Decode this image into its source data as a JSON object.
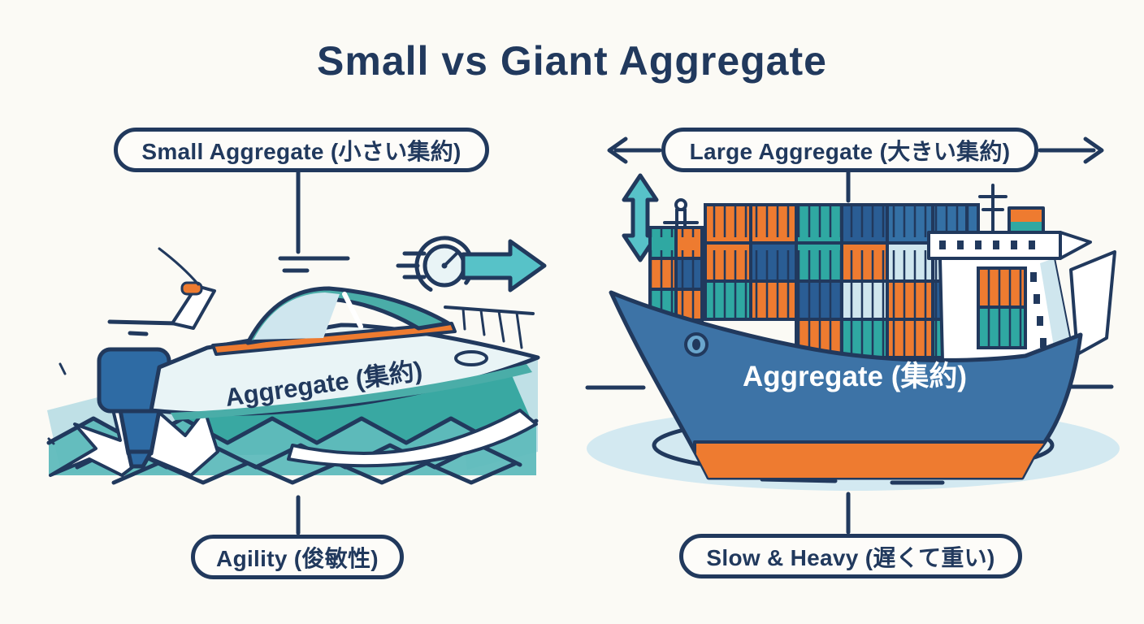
{
  "title": "Small vs Giant Aggregate",
  "left": {
    "top_label": "Small Aggregate (小さい集約)",
    "vehicle_label": "Aggregate (集約)",
    "bottom_label": "Agility (俊敏性)"
  },
  "right": {
    "top_label": "Large Aggregate (大きい集約)",
    "vehicle_label": "Aggregate (集約)",
    "bottom_label": "Slow & Heavy (遅くて重い)"
  },
  "icons": {
    "speed_icon": "speedometer-with-right-arrow",
    "size_icon": "vertical-double-arrow",
    "width_icon": "horizontal-double-arrows"
  },
  "colors": {
    "navy": "#21395d",
    "teal": "#2fa8a2",
    "light_teal": "#8fd0d5",
    "pale_teal": "#bfe0e6",
    "orange": "#ee7b30",
    "ship_blue": "#3d73a6",
    "container_blue": "#3470a5",
    "container_dark_blue": "#2a5d94",
    "container_light": "#cfe6ee",
    "hull_light": "#e9f4f6",
    "ripple_blue": "#d3e9f1",
    "background": "#fbfaf5",
    "motor_blue": "#2e6ba4",
    "glass_teal": "#4aada8",
    "arrow_teal": "#57c2c8",
    "wave_mid": "#5fbabc",
    "wave_dark": "#39a8a2"
  }
}
